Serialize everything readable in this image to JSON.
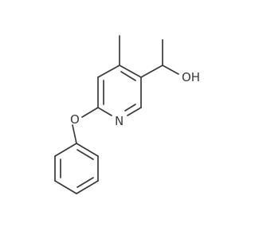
{
  "molecule": {
    "atoms": {
      "nitrogen": "N",
      "ether_oxygen": "O",
      "hydroxyl": "OH"
    },
    "colors": {
      "bond": "#3a3a3a",
      "label": "#3a3a3a",
      "background": "#ffffff"
    }
  }
}
